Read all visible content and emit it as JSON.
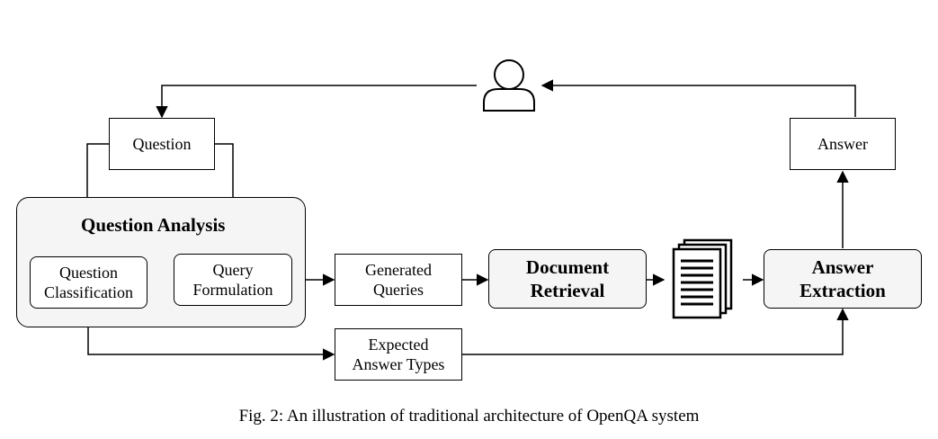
{
  "diagram": {
    "nodes": {
      "question": "Question",
      "group_title": "Question Analysis",
      "question_classification": [
        "Question",
        "Classification"
      ],
      "query_formulation": [
        "Query",
        "Formulation"
      ],
      "generated_queries": [
        "Generated",
        "Queries"
      ],
      "document_retrieval": [
        "Document",
        "Retrieval"
      ],
      "answer_extraction": [
        "Answer",
        "Extraction"
      ],
      "expected_answer_types": [
        "Expected",
        "Answer Types"
      ],
      "answer": "Answer"
    },
    "icons": [
      "user-icon",
      "documents-icon"
    ],
    "edges": [
      [
        "user",
        "question"
      ],
      [
        "question",
        "question_classification"
      ],
      [
        "question",
        "query_formulation"
      ],
      [
        "query_formulation",
        "generated_queries"
      ],
      [
        "generated_queries",
        "document_retrieval"
      ],
      [
        "document_retrieval",
        "documents"
      ],
      [
        "documents",
        "answer_extraction"
      ],
      [
        "question_classification",
        "expected_answer_types"
      ],
      [
        "expected_answer_types",
        "answer_extraction"
      ],
      [
        "answer_extraction",
        "answer"
      ],
      [
        "answer",
        "user"
      ]
    ]
  },
  "caption": "Fig. 2: An illustration of traditional architecture of OpenQA system"
}
